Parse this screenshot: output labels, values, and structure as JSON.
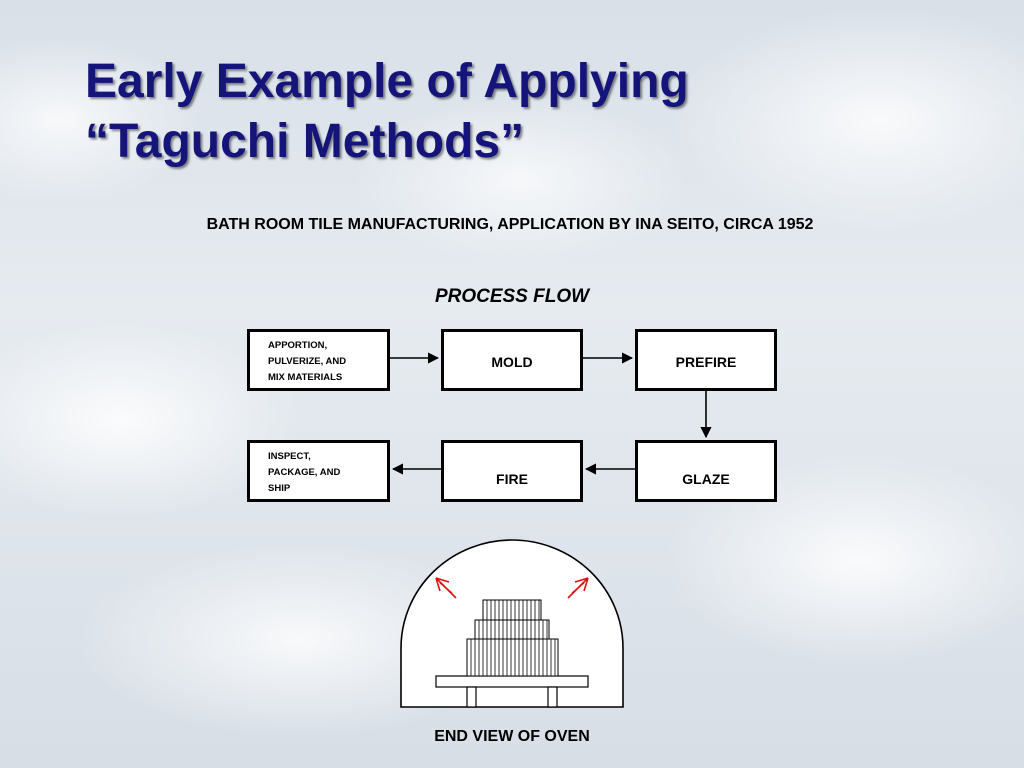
{
  "slide": {
    "title_line1": "Early Example of Applying",
    "title_line2": "“Taguchi Methods”",
    "subtitle": "BATH ROOM TILE MANUFACTURING, APPLICATION BY INA SEITO, CIRCA 1952"
  },
  "process_flow": {
    "heading": "PROCESS FLOW",
    "steps": {
      "apportion": [
        "APPORTION,",
        "PULVERIZE, AND",
        "MIX MATERIALS"
      ],
      "mold": "MOLD",
      "prefire": "PREFIRE",
      "glaze": "GLAZE",
      "fire": "FIRE",
      "inspect": [
        "INSPECT,",
        "PACKAGE, AND",
        "SHIP"
      ]
    }
  },
  "oven": {
    "caption": "END VIEW OF OVEN",
    "heat_arrow_color": "#e01010"
  }
}
